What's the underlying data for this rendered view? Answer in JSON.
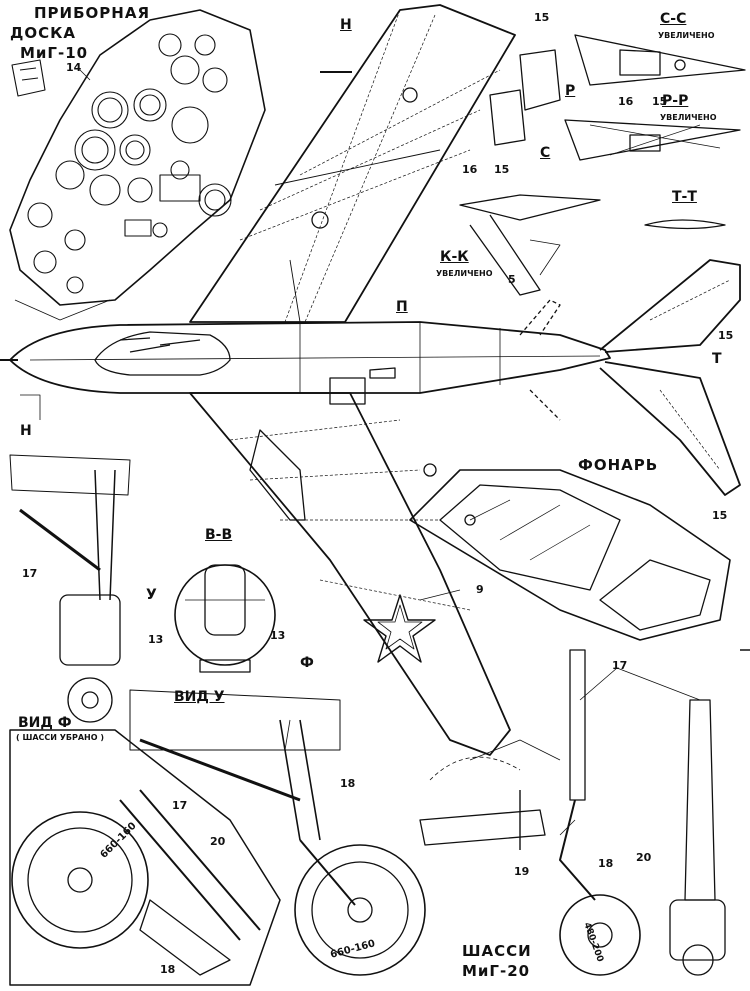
{
  "titles": {
    "panel_line1": "ПРИБОРНАЯ",
    "panel_line2": "ДОСКА",
    "panel_line3": "МиГ-10",
    "canopy": "ФОНАРЬ",
    "gear_line1": "ШАССИ",
    "gear_line2": "МиГ-20",
    "view_f": "ВИД Ф",
    "view_f_note": "( ШАССИ УБРАНО )",
    "view_u": "ВИД У"
  },
  "sections": {
    "H_top": "Н",
    "H_nose": "Н",
    "P": "П",
    "CC": "С-С",
    "CC_note": "УВЕЛИЧЕНО",
    "PP": "Р-Р",
    "PP_note": "УВЕЛИЧЕНО",
    "P_mark": "Р",
    "C_mark": "С",
    "TT": "Т-Т",
    "T_mark": "Т",
    "KK": "К-К",
    "KK_note": "УВЕЛИЧЕНО",
    "BB": "В-В",
    "F_arrow": "Ф",
    "U_arrow": "У"
  },
  "callouts": {
    "n14": "14",
    "n15a": "15",
    "n15b": "15",
    "n15c": "15",
    "n15d": "15",
    "n15e": "15",
    "n16a": "16",
    "n16b": "16",
    "n5": "5",
    "n9": "9",
    "n13a": "13",
    "n13b": "13",
    "n17a": "17",
    "n17b": "17",
    "n17c": "17",
    "n18a": "18",
    "n18b": "18",
    "n18c": "18",
    "n19": "19",
    "n20a": "20",
    "n20b": "20"
  },
  "tire_markings": {
    "main_a": "660-160",
    "main_b": "660-160",
    "nose": "480-200"
  },
  "colors": {
    "ink": "#111111",
    "paper": "#ffffff"
  }
}
